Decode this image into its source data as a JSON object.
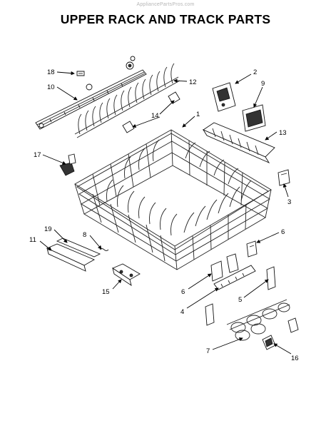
{
  "header": {
    "watermark": "AppliancePartsPros.com",
    "title": "UPPER RACK AND TRACK PARTS"
  },
  "callouts": {
    "c1": "1",
    "c2": "2",
    "c3": "3",
    "c4": "4",
    "c5": "5",
    "c6a": "6",
    "c6b": "6",
    "c7": "7",
    "c8": "8",
    "c9": "9",
    "c10": "10",
    "c11": "11",
    "c12": "12",
    "c13": "13",
    "c14": "14",
    "c15": "15",
    "c16": "16",
    "c17": "17",
    "c18": "18",
    "c19": "19"
  }
}
